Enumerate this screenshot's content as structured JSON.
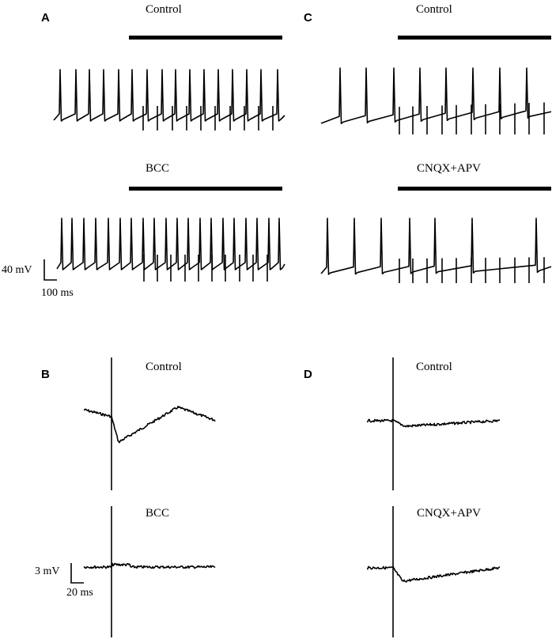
{
  "panels": {
    "A": {
      "letter": "A",
      "top_label": "Control",
      "bottom_label": "BCC",
      "scale": {
        "v": "40 mV",
        "t": "100 ms"
      }
    },
    "B": {
      "letter": "B",
      "top_label": "Control",
      "bottom_label": "BCC",
      "scale": {
        "v": "3 mV",
        "t": "20 ms"
      }
    },
    "C": {
      "letter": "C",
      "top_label": "Control",
      "bottom_label": "CNQX+APV"
    },
    "D": {
      "letter": "D",
      "top_label": "Control",
      "bottom_label": "CNQX+APV"
    }
  }
}
